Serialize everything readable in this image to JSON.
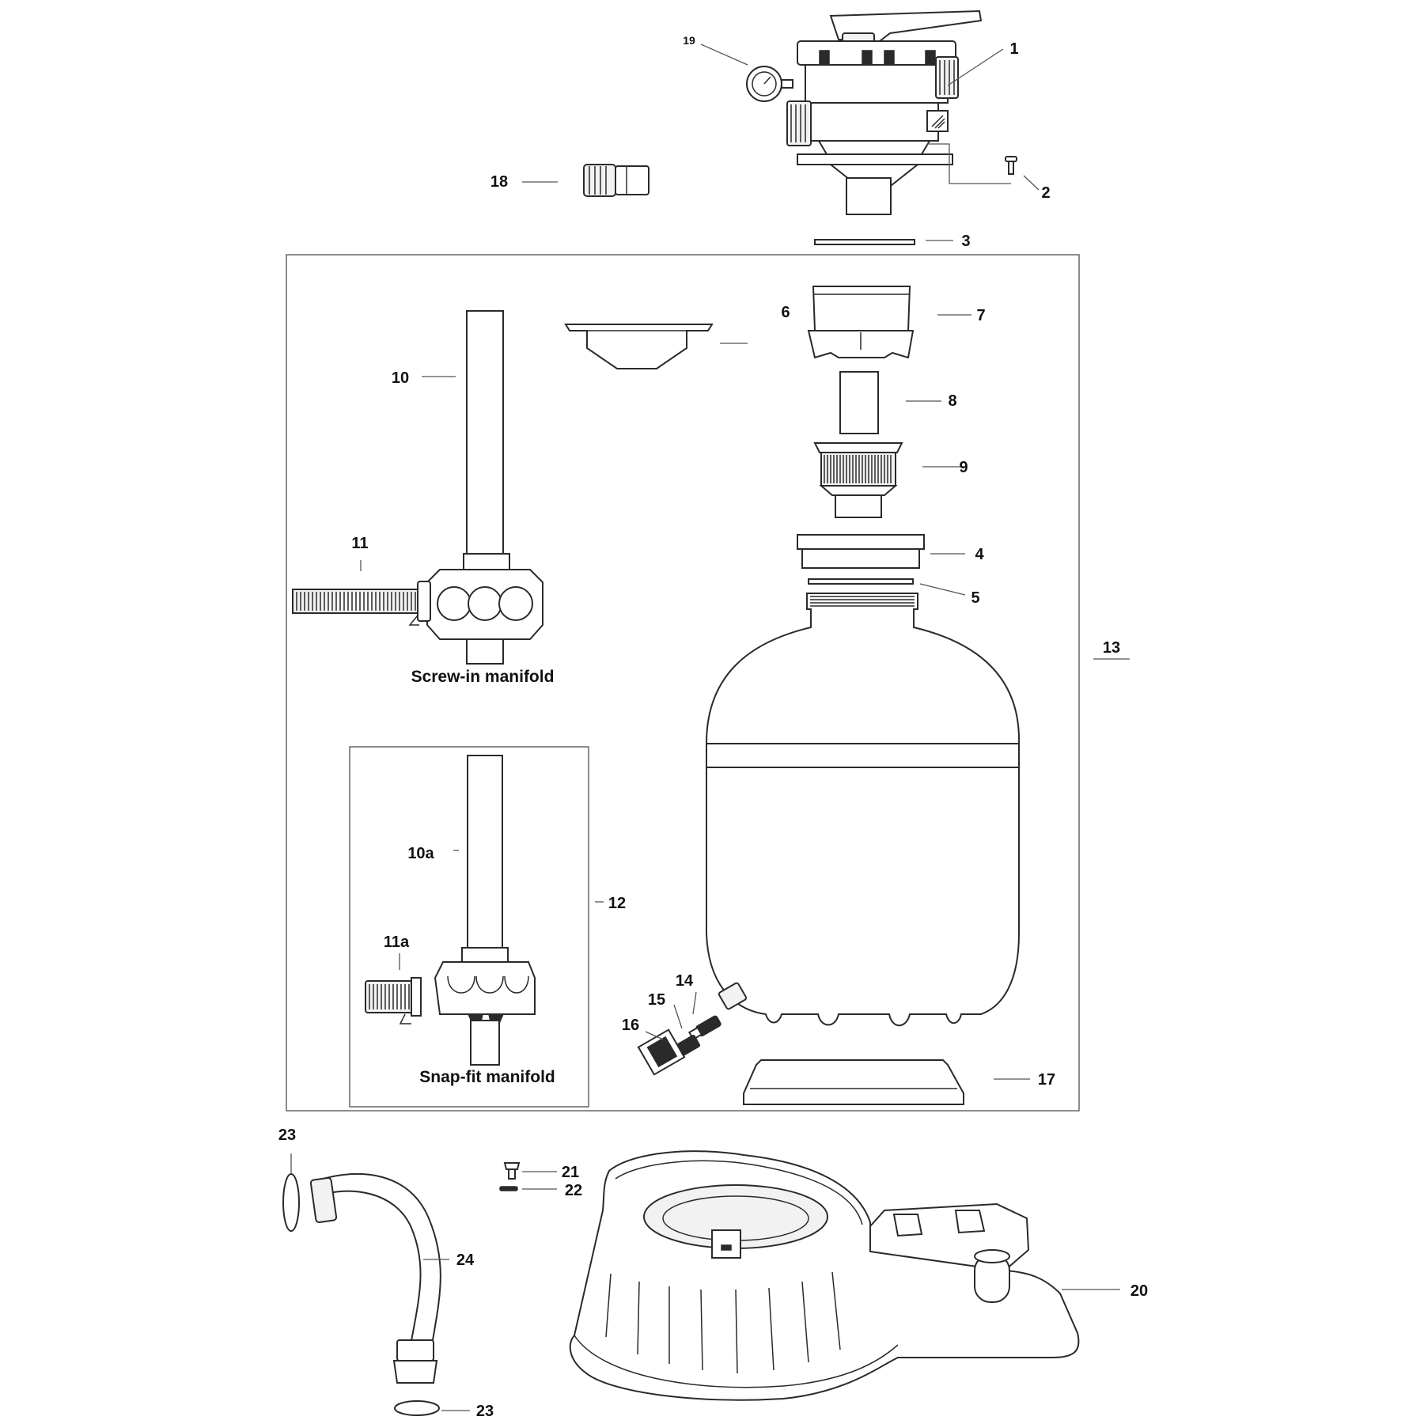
{
  "labels": {
    "p1": "1",
    "p2": "2",
    "p3": "3",
    "p4": "4",
    "p5": "5",
    "p6": "6",
    "p7": "7",
    "p8": "8",
    "p9": "9",
    "p10": "10",
    "p10a": "10a",
    "p11": "11",
    "p11a": "11a",
    "p12": "12",
    "p13": "13",
    "p14": "14",
    "p15": "15",
    "p16": "16",
    "p17": "17",
    "p18": "18",
    "p19": "19",
    "p20": "20",
    "p21": "21",
    "p22": "22",
    "p23_top": "23",
    "p23_bottom": "23",
    "p24": "24"
  },
  "captions": {
    "screw_in": "Screw-in manifold",
    "snap_fit": "Snap-fit manifold"
  }
}
